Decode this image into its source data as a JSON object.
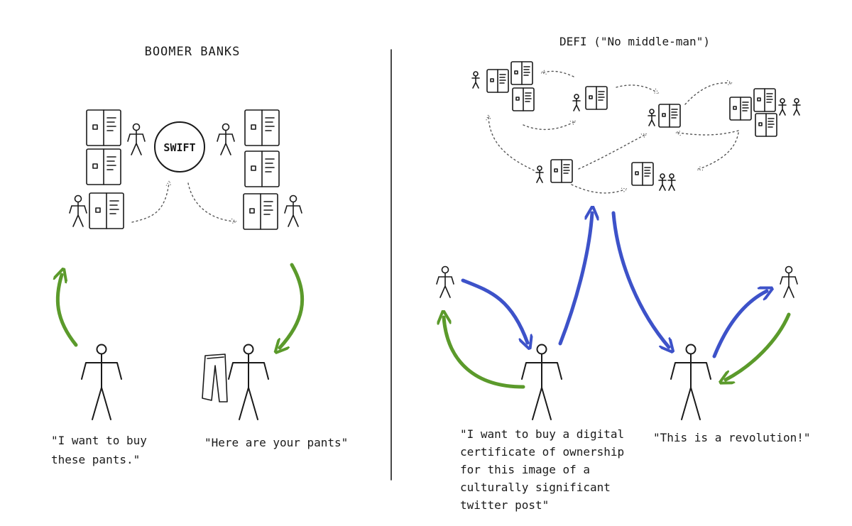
{
  "left_panel": {
    "title": "BOOMER BANKS",
    "network_label": "SWIFT",
    "buyer_quote": [
      "\"I want to buy",
      "these pants.\""
    ],
    "seller_quote": "\"Here are your pants\""
  },
  "right_panel": {
    "title": "DEFI (\"No middle-man\")",
    "buyer_quote": [
      "\"I want to buy a digital",
      "certificate of ownership",
      "for this image of a",
      "culturally significant",
      "twitter post\""
    ],
    "seller_quote": "\"This is a revolution!\""
  },
  "colors": {
    "ink": "#1a1a1a",
    "green": "#5b9a2b",
    "blue": "#3d52c9",
    "dotted": "#555555"
  }
}
